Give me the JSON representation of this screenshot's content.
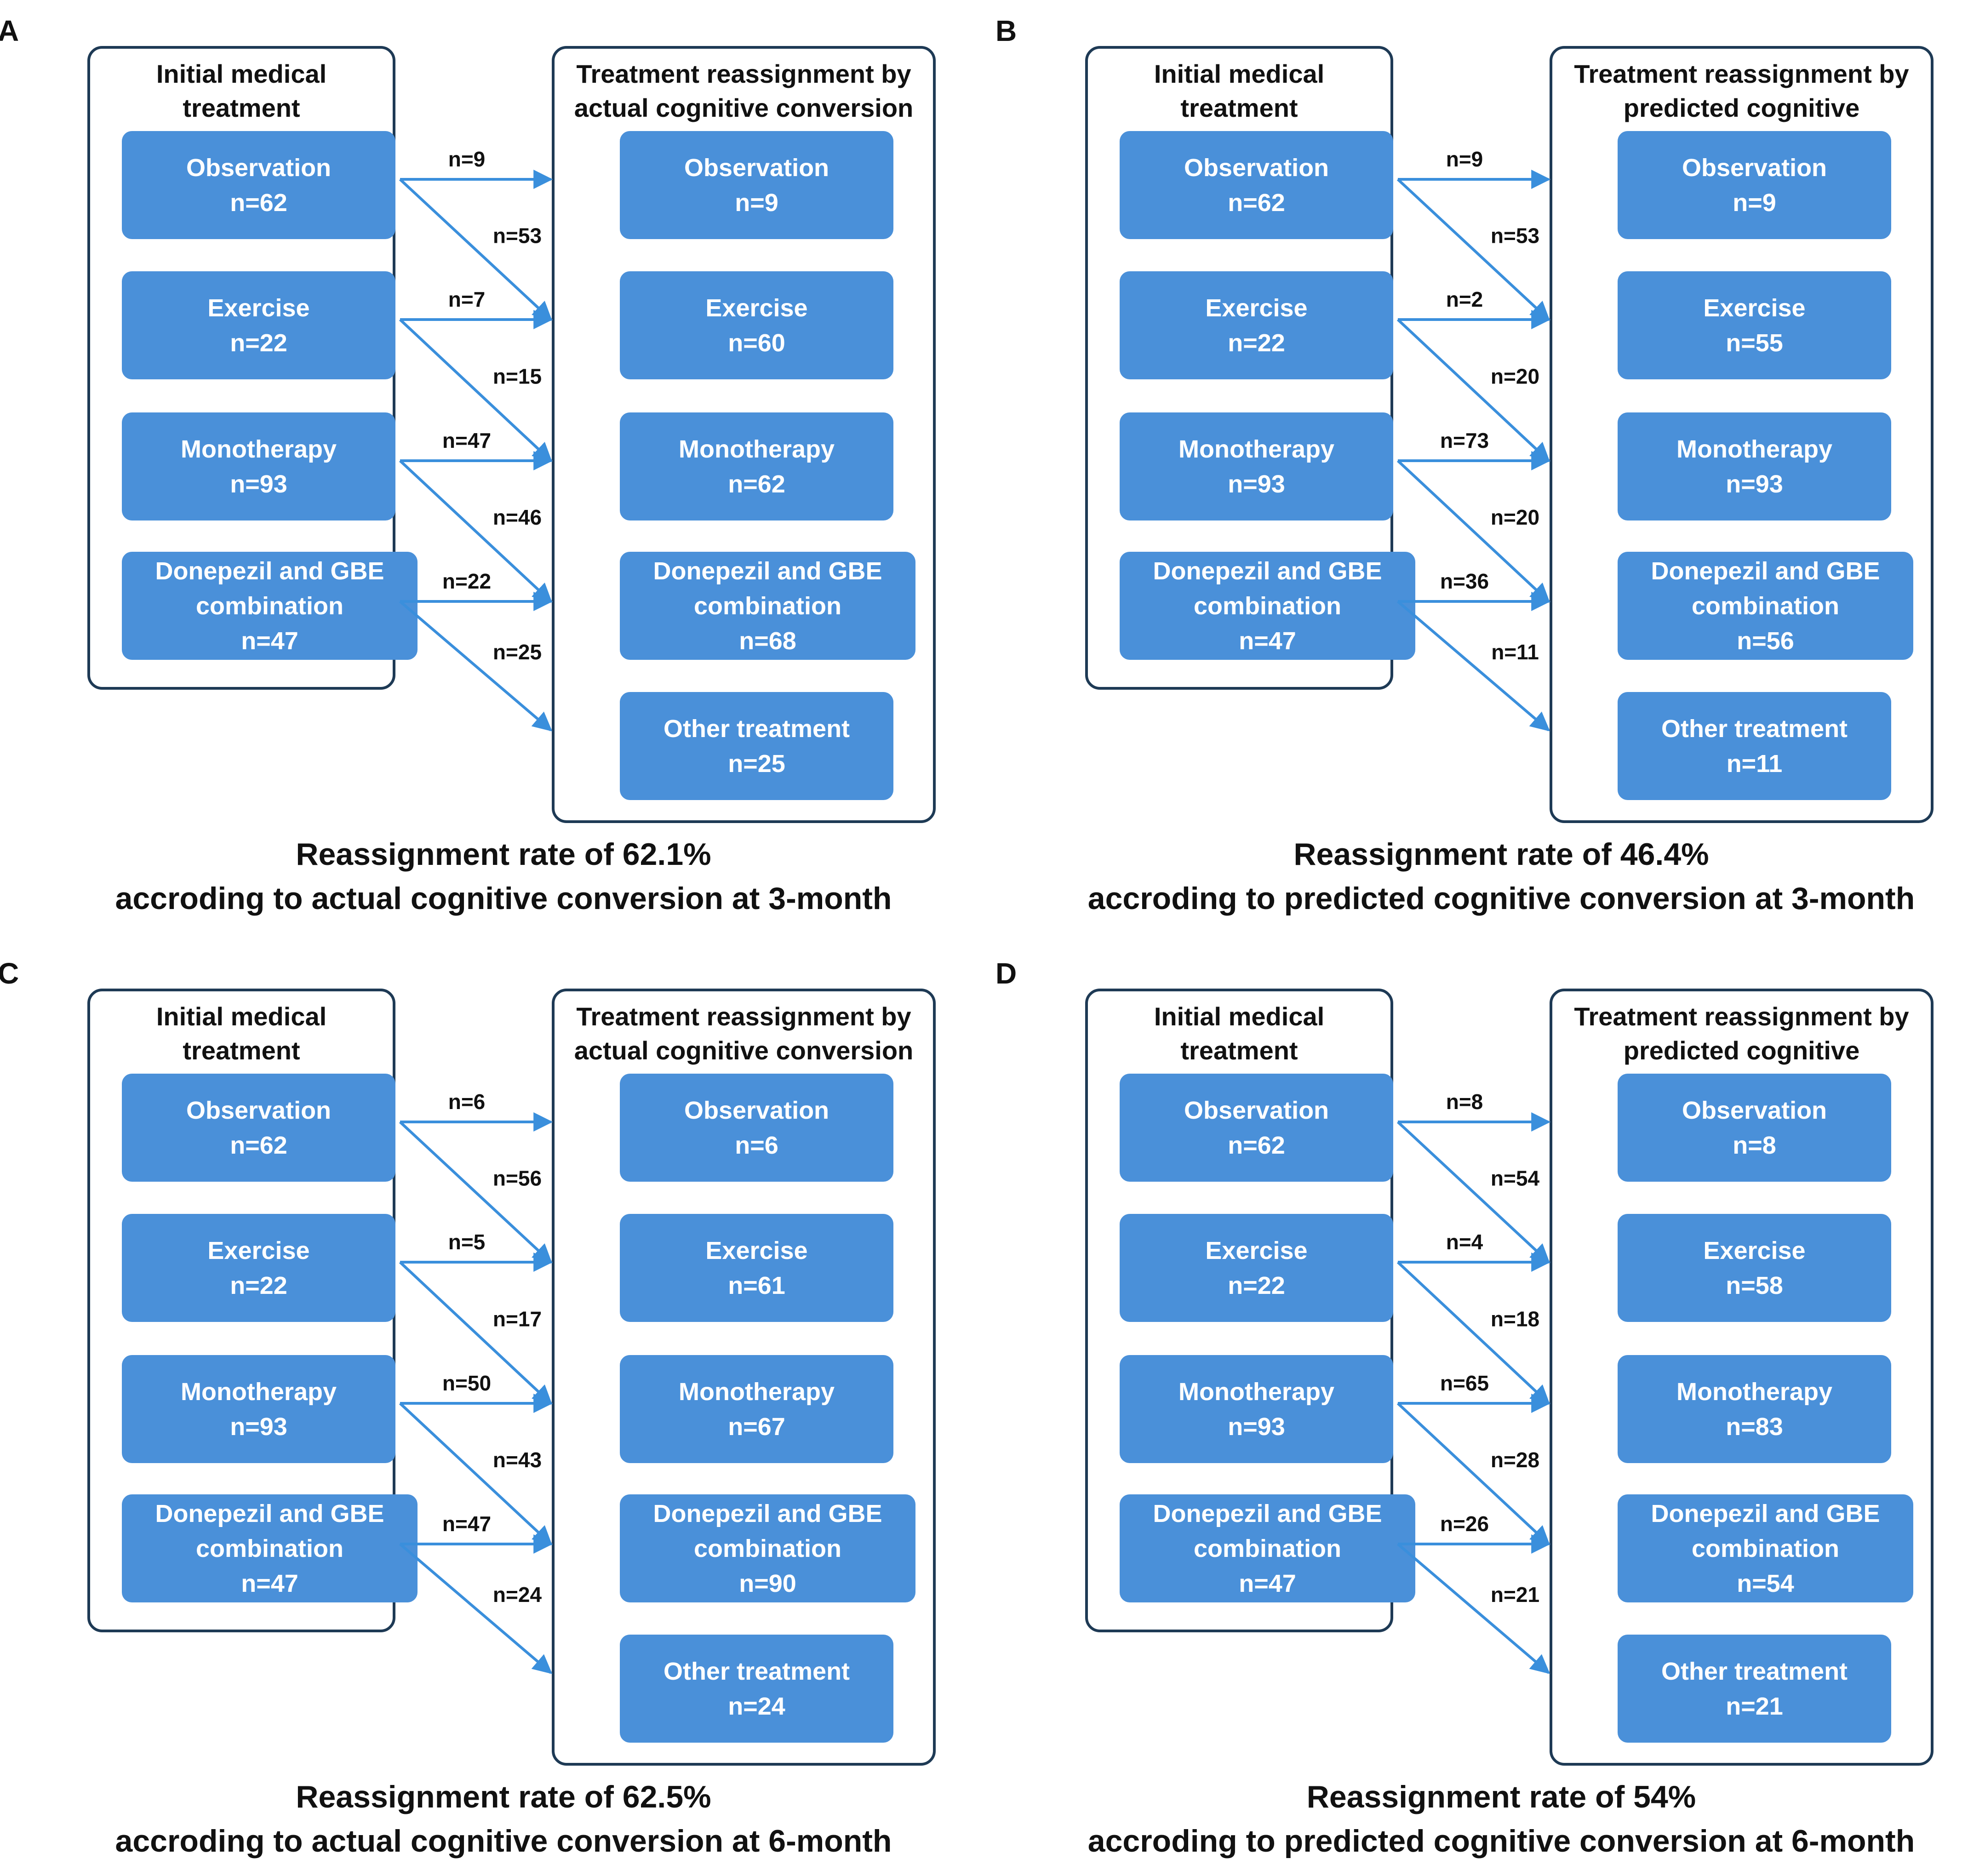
{
  "panels": [
    {
      "label": "A",
      "left_title": "Initial medical treatment",
      "right_title": "Treatment reassignment by actual cognitive conversion",
      "initial": [
        {
          "name": "Observation",
          "n": "n=62"
        },
        {
          "name": "Exercise",
          "n": "n=22"
        },
        {
          "name": "Monotherapy",
          "n": "n=93"
        },
        {
          "name": "Donepezil and GBE combination",
          "n": "n=47"
        }
      ],
      "reassigned": [
        {
          "name": "Observation",
          "n": "n=9"
        },
        {
          "name": "Exercise",
          "n": "n=60"
        },
        {
          "name": "Monotherapy",
          "n": "n=62"
        },
        {
          "name": "Donepezil and GBE combination",
          "n": "n=68"
        },
        {
          "name": "Other treatment",
          "n": "n=25"
        }
      ],
      "flows": [
        {
          "from": 0,
          "to": 0,
          "label": "n=9"
        },
        {
          "from": 0,
          "to": 1,
          "label": "n=53"
        },
        {
          "from": 1,
          "to": 1,
          "label": "n=7"
        },
        {
          "from": 1,
          "to": 2,
          "label": "n=15"
        },
        {
          "from": 2,
          "to": 2,
          "label": "n=47"
        },
        {
          "from": 2,
          "to": 3,
          "label": "n=46"
        },
        {
          "from": 3,
          "to": 3,
          "label": "n=22"
        },
        {
          "from": 3,
          "to": 4,
          "label": "n=25"
        }
      ],
      "caption_line1": "Reassignment rate of 62.1%",
      "caption_line2": "accroding  to actual cognitive conversion at 3-month"
    },
    {
      "label": "B",
      "left_title": "Initial medical treatment",
      "right_title": "Treatment reassignment by predicted cognitive conversion",
      "initial": [
        {
          "name": "Observation",
          "n": "n=62"
        },
        {
          "name": "Exercise",
          "n": "n=22"
        },
        {
          "name": "Monotherapy",
          "n": "n=93"
        },
        {
          "name": "Donepezil and GBE combination",
          "n": "n=47"
        }
      ],
      "reassigned": [
        {
          "name": "Observation",
          "n": "n=9"
        },
        {
          "name": "Exercise",
          "n": "n=55"
        },
        {
          "name": "Monotherapy",
          "n": "n=93"
        },
        {
          "name": "Donepezil and GBE combination",
          "n": "n=56"
        },
        {
          "name": "Other treatment",
          "n": "n=11"
        }
      ],
      "flows": [
        {
          "from": 0,
          "to": 0,
          "label": "n=9"
        },
        {
          "from": 0,
          "to": 1,
          "label": "n=53"
        },
        {
          "from": 1,
          "to": 1,
          "label": "n=2"
        },
        {
          "from": 1,
          "to": 2,
          "label": "n=20"
        },
        {
          "from": 2,
          "to": 2,
          "label": "n=73"
        },
        {
          "from": 2,
          "to": 3,
          "label": "n=20"
        },
        {
          "from": 3,
          "to": 3,
          "label": "n=36"
        },
        {
          "from": 3,
          "to": 4,
          "label": "n=11"
        }
      ],
      "caption_line1": "Reassignment rate of 46.4%",
      "caption_line2": "accroding  to predicted cognitive conversion at 3-month"
    },
    {
      "label": "C",
      "left_title": "Initial medical treatment",
      "right_title": "Treatment reassignment by actual cognitive conversion",
      "initial": [
        {
          "name": "Observation",
          "n": "n=62"
        },
        {
          "name": "Exercise",
          "n": "n=22"
        },
        {
          "name": "Monotherapy",
          "n": "n=93"
        },
        {
          "name": "Donepezil and GBE combination",
          "n": "n=47"
        }
      ],
      "reassigned": [
        {
          "name": "Observation",
          "n": "n=6"
        },
        {
          "name": "Exercise",
          "n": "n=61"
        },
        {
          "name": "Monotherapy",
          "n": "n=67"
        },
        {
          "name": "Donepezil and GBE combination",
          "n": "n=90"
        },
        {
          "name": "Other treatment",
          "n": "n=24"
        }
      ],
      "flows": [
        {
          "from": 0,
          "to": 0,
          "label": "n=6"
        },
        {
          "from": 0,
          "to": 1,
          "label": "n=56"
        },
        {
          "from": 1,
          "to": 1,
          "label": "n=5"
        },
        {
          "from": 1,
          "to": 2,
          "label": "n=17"
        },
        {
          "from": 2,
          "to": 2,
          "label": "n=50"
        },
        {
          "from": 2,
          "to": 3,
          "label": "n=43"
        },
        {
          "from": 3,
          "to": 3,
          "label": "n=47"
        },
        {
          "from": 3,
          "to": 4,
          "label": "n=24"
        }
      ],
      "caption_line1": "Reassignment rate of 62.5%",
      "caption_line2": "accroding  to actual cognitive conversion at 6-month"
    },
    {
      "label": "D",
      "left_title": "Initial medical treatment",
      "right_title": "Treatment reassignment by predicted cognitive conversion",
      "initial": [
        {
          "name": "Observation",
          "n": "n=62"
        },
        {
          "name": "Exercise",
          "n": "n=22"
        },
        {
          "name": "Monotherapy",
          "n": "n=93"
        },
        {
          "name": "Donepezil and GBE combination",
          "n": "n=47"
        }
      ],
      "reassigned": [
        {
          "name": "Observation",
          "n": "n=8"
        },
        {
          "name": "Exercise",
          "n": "n=58"
        },
        {
          "name": "Monotherapy",
          "n": "n=83"
        },
        {
          "name": "Donepezil and GBE combination",
          "n": "n=54"
        },
        {
          "name": "Other treatment",
          "n": "n=21"
        }
      ],
      "flows": [
        {
          "from": 0,
          "to": 0,
          "label": "n=8"
        },
        {
          "from": 0,
          "to": 1,
          "label": "n=54"
        },
        {
          "from": 1,
          "to": 1,
          "label": "n=4"
        },
        {
          "from": 1,
          "to": 2,
          "label": "n=18"
        },
        {
          "from": 2,
          "to": 2,
          "label": "n=65"
        },
        {
          "from": 2,
          "to": 3,
          "label": "n=28"
        },
        {
          "from": 3,
          "to": 3,
          "label": "n=26"
        },
        {
          "from": 3,
          "to": 4,
          "label": "n=21"
        }
      ],
      "caption_line1": "Reassignment rate of 54%",
      "caption_line2": "accroding  to predicted cognitive conversion at 6-month"
    }
  ],
  "colors": {
    "box_fill": "#4a90d9",
    "arrow": "#3a8fdc",
    "frame": "#1e3a55"
  }
}
